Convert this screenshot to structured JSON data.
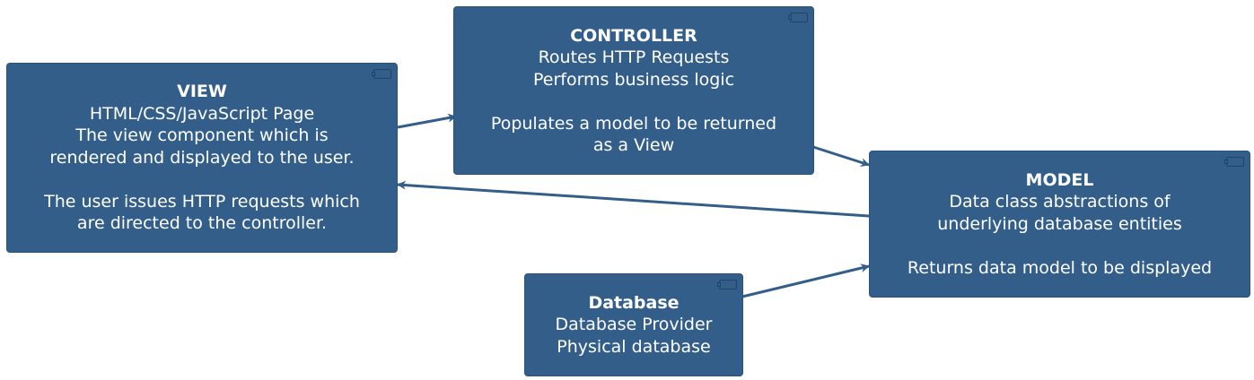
{
  "diagram": {
    "colors": {
      "node_fill": "#335e8a",
      "node_text": "#ffffff",
      "edge": "#335e8a"
    },
    "nodes": {
      "view": {
        "title": "VIEW",
        "lines": [
          "HTML/CSS/JavaScript Page",
          "The view component which is",
          "rendered and displayed to the user.",
          "",
          "The user issues HTTP requests which",
          "are directed to the controller."
        ]
      },
      "controller": {
        "title": "CONTROLLER",
        "lines": [
          "Routes HTTP Requests",
          "Performs business logic",
          "",
          "Populates a model to be returned",
          "as a View"
        ]
      },
      "model": {
        "title": "MODEL",
        "lines": [
          "Data class abstractions of",
          "underlying database entities",
          "",
          "Returns data model to be displayed"
        ]
      },
      "database": {
        "title": "Database",
        "lines": [
          "Database Provider",
          "Physical database"
        ]
      }
    },
    "edges": [
      {
        "from": "view",
        "to": "controller"
      },
      {
        "from": "controller",
        "to": "model"
      },
      {
        "from": "model",
        "to": "view"
      },
      {
        "from": "database",
        "to": "model"
      }
    ]
  }
}
